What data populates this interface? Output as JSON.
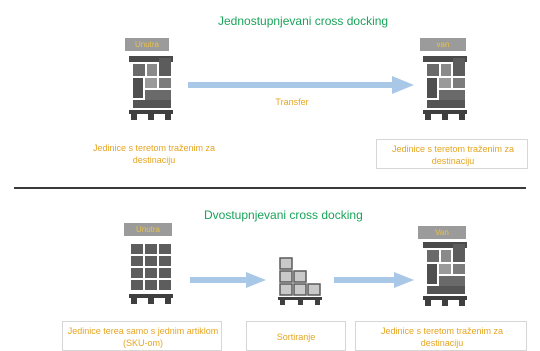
{
  "section1": {
    "title": "Jednostupnjevani cross docking",
    "in_label": "Unutra",
    "out_label": "van",
    "arrow_label": "Transfer",
    "left_caption": "Jedinice s teretom traženim za destinaciju",
    "right_caption": "Jedinice s teretom traženim za destinaciju"
  },
  "section2": {
    "title": "Dvostupnjevani cross docking",
    "in_label": "Unutra",
    "out_label": "Van",
    "left_caption": "Jedinice terea samo s jednim artiklom (SKU-om)",
    "middle_caption": "Sortiranje",
    "right_caption": "Jedinice s teretom traženim za destinaciju"
  },
  "colors": {
    "title": "#1aa35a",
    "caption": "#e6a521",
    "tag_bg": "#9b9b9b",
    "arrow": "#a9c7e6",
    "pallet": "#5a5a5a"
  }
}
